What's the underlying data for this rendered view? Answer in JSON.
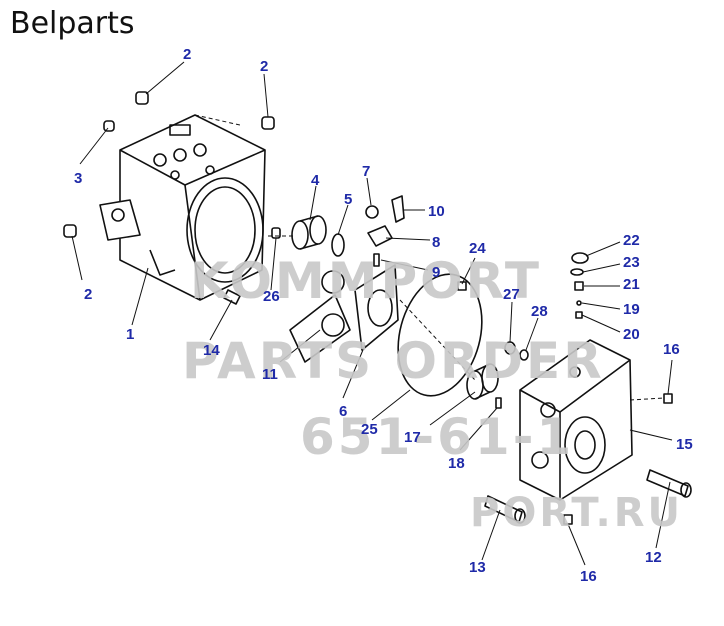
{
  "title": "Belparts",
  "watermark": {
    "line1": "KOMMPORT",
    "line2": "PARTS ORDER",
    "line3": "651-61-1",
    "line4": "PORT.RU"
  },
  "callouts": [
    "2",
    "2",
    "3",
    "2",
    "1",
    "26",
    "14",
    "4",
    "5",
    "7",
    "10",
    "8",
    "9",
    "11",
    "6",
    "24",
    "25",
    "27",
    "28",
    "17",
    "18",
    "22",
    "23",
    "21",
    "19",
    "20",
    "16",
    "15",
    "12",
    "13",
    "16"
  ],
  "colors": {
    "callout": "#1f2aa8",
    "line": "#111111",
    "watermark": "#c8c8c8"
  }
}
